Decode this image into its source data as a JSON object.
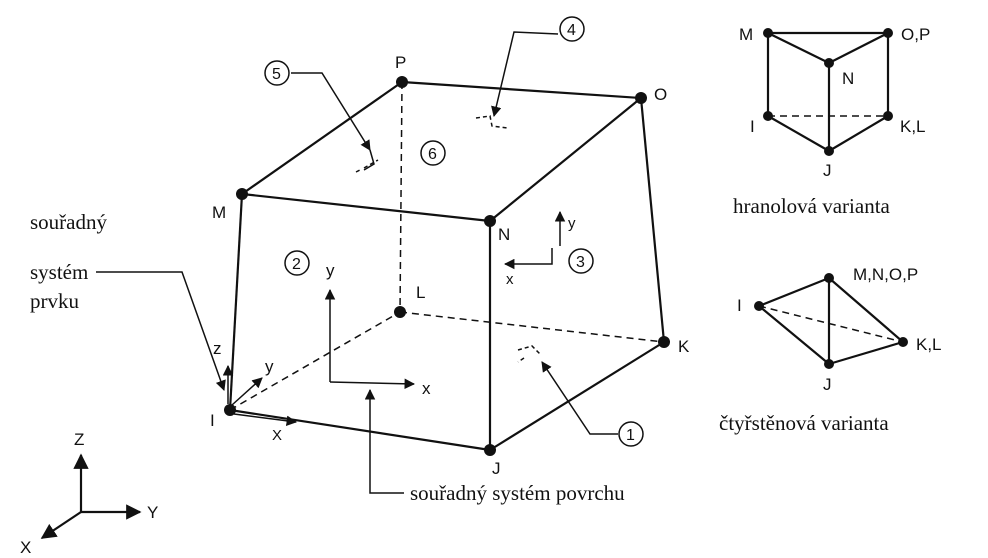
{
  "hexahedron": {
    "node_labels": {
      "P": "P",
      "O": "O",
      "M": "M",
      "N": "N",
      "L": "L",
      "K": "K",
      "I": "I",
      "J": "J"
    },
    "face_labels": {
      "f1": "1",
      "f2": "2",
      "f3": "3",
      "f4": "4",
      "f5": "5",
      "f6": "6"
    },
    "element_cs_label": [
      "souřadný",
      "systém",
      "prvku"
    ],
    "surface_cs_label": "souřadný systém povrchu",
    "axis_labels": {
      "x": "x",
      "y": "y",
      "z": "z",
      "X": "X"
    }
  },
  "prism_variant": {
    "nodes": {
      "M": "M",
      "OP": "O,P",
      "N": "N",
      "I": "I",
      "KL": "K,L",
      "J": "J"
    },
    "caption": "hranolová varianta"
  },
  "tetra_variant": {
    "nodes": {
      "I": "I",
      "MNOP": "M,N,O,P",
      "KL": "K,L",
      "J": "J"
    },
    "caption": "čtyřstěnová varianta"
  },
  "global_axes": {
    "Z": "Z",
    "Y": "Y",
    "X": "X"
  }
}
